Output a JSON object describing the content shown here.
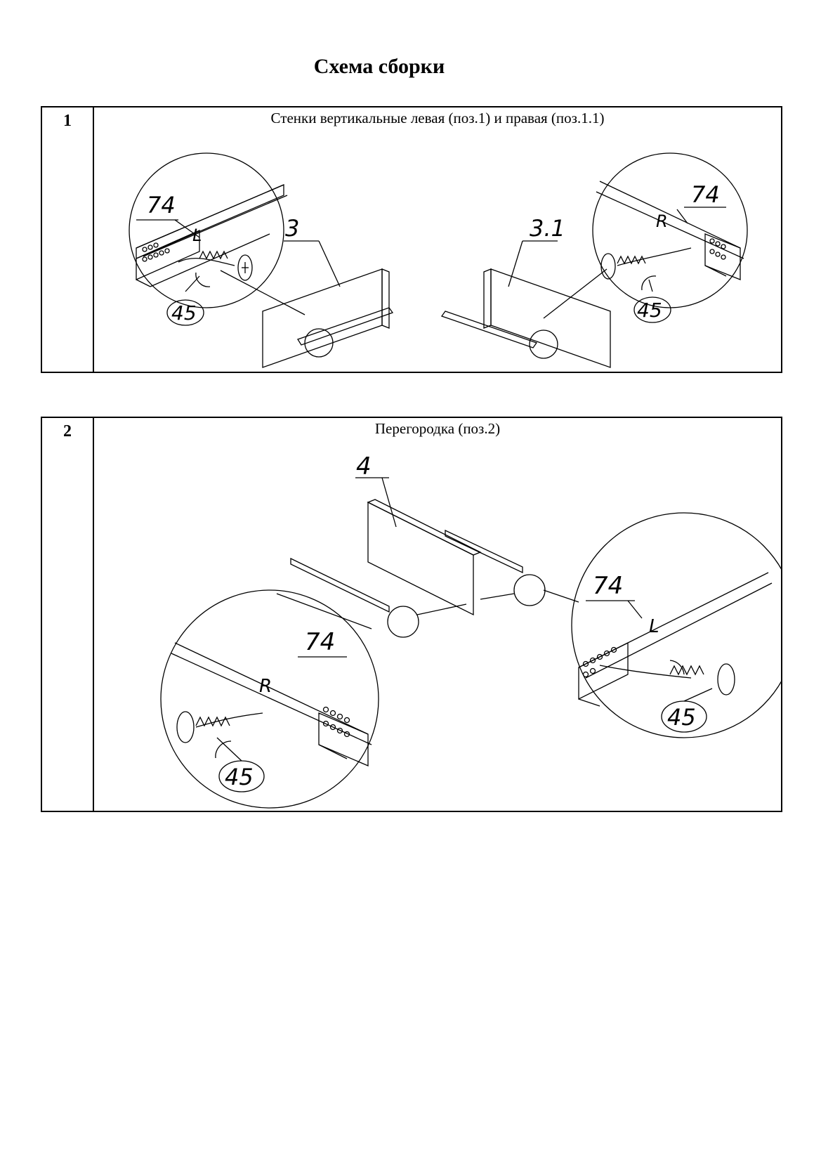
{
  "page": {
    "title": "Схема сборки"
  },
  "steps": [
    {
      "number": "1",
      "caption": "Стенки вертикальные левая (поз.1) и правая (поз.1.1)",
      "callouts": {
        "left_panel": "3",
        "right_panel": "3.1",
        "left_zoom_part": "74",
        "left_zoom_side": "L",
        "left_zoom_screw": "45",
        "right_zoom_part": "74",
        "right_zoom_side": "R",
        "right_zoom_screw": "45"
      }
    },
    {
      "number": "2",
      "caption": "Перегородка (поз.2)",
      "callouts": {
        "panel": "4",
        "left_zoom_part": "74",
        "left_zoom_side": "R",
        "left_zoom_screw": "45",
        "right_zoom_part": "74",
        "right_zoom_side": "L",
        "right_zoom_screw": "45"
      }
    }
  ]
}
